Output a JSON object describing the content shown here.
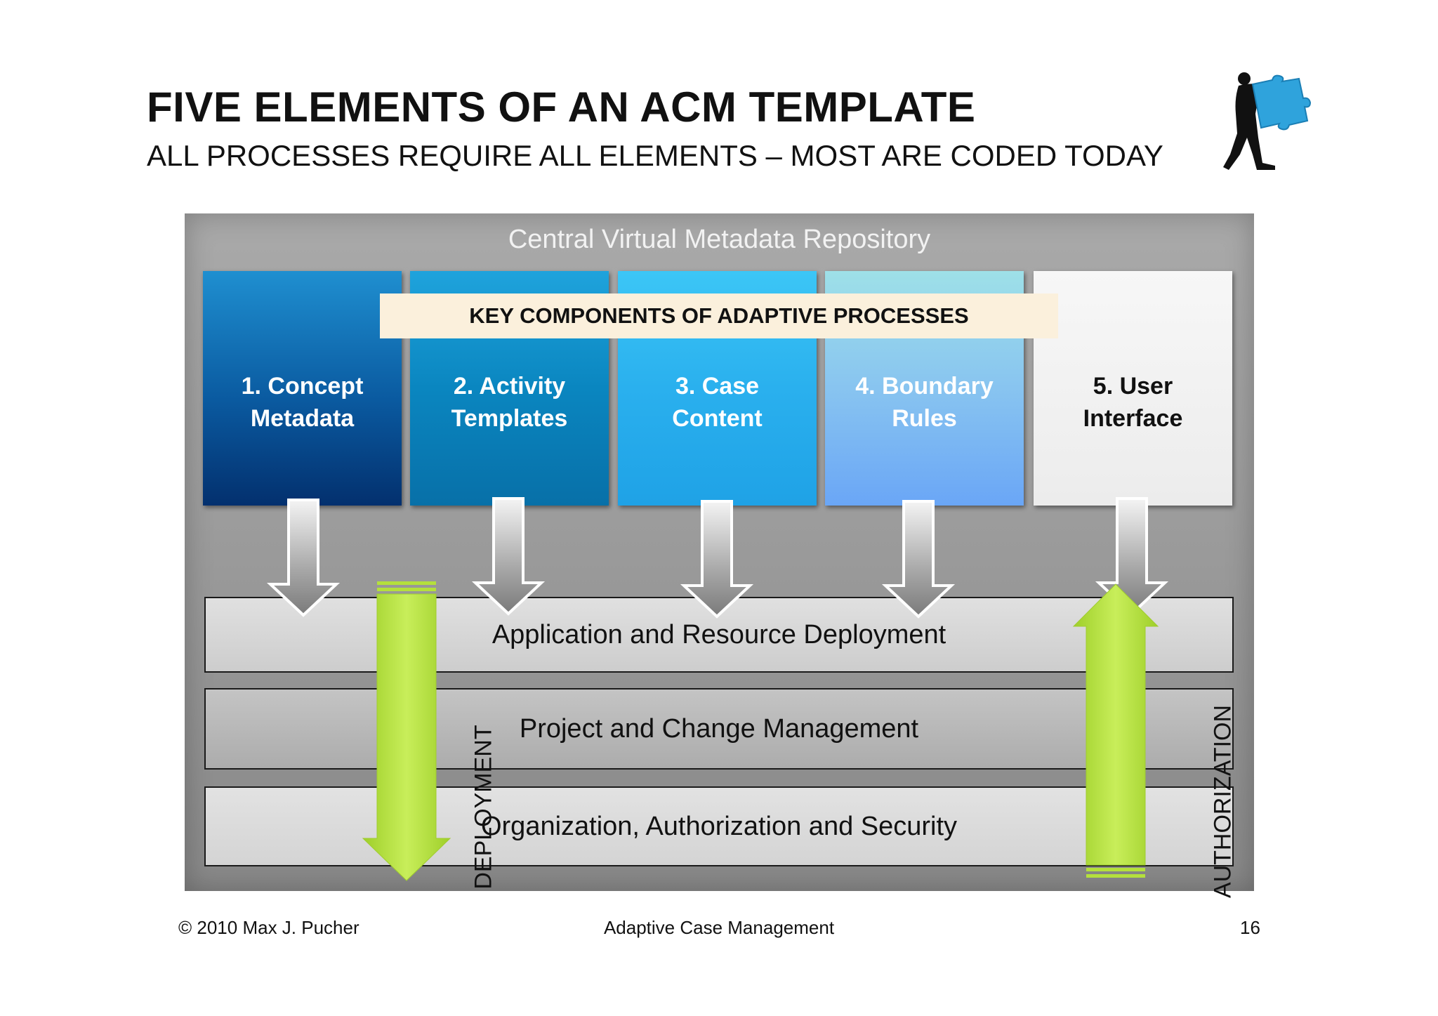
{
  "header": {
    "title": "FIVE ELEMENTS OF AN ACM TEMPLATE",
    "subtitle": "ALL PROCESSES REQUIRE ALL ELEMENTS – MOST ARE CODED TODAY"
  },
  "diagram": {
    "repository_title": "Central Virtual Metadata Repository",
    "banner": "KEY COMPONENTS OF ADAPTIVE PROCESSES",
    "elements": [
      {
        "label": "1. Concept\nMetadata"
      },
      {
        "label": "2. Activity\nTemplates"
      },
      {
        "label": "3. Case\nContent"
      },
      {
        "label": "4. Boundary\nRules"
      },
      {
        "label": "5. User\nInterface"
      }
    ],
    "layers": [
      {
        "label": "Application and Resource Deployment"
      },
      {
        "label": "Project and Change Management"
      },
      {
        "label": "Organization, Authorization and Security"
      }
    ],
    "deployment_label": "DEPLOYMENT",
    "authorization_label": "AUTHORIZATION",
    "colors": {
      "arrow_green": "#b4e03c",
      "card1": "#0a5aa0",
      "card5": "#f0f0f0"
    }
  },
  "footer": {
    "copyright": "© 2010 Max J. Pucher",
    "center": "Adaptive Case Management",
    "page_number": "16"
  }
}
